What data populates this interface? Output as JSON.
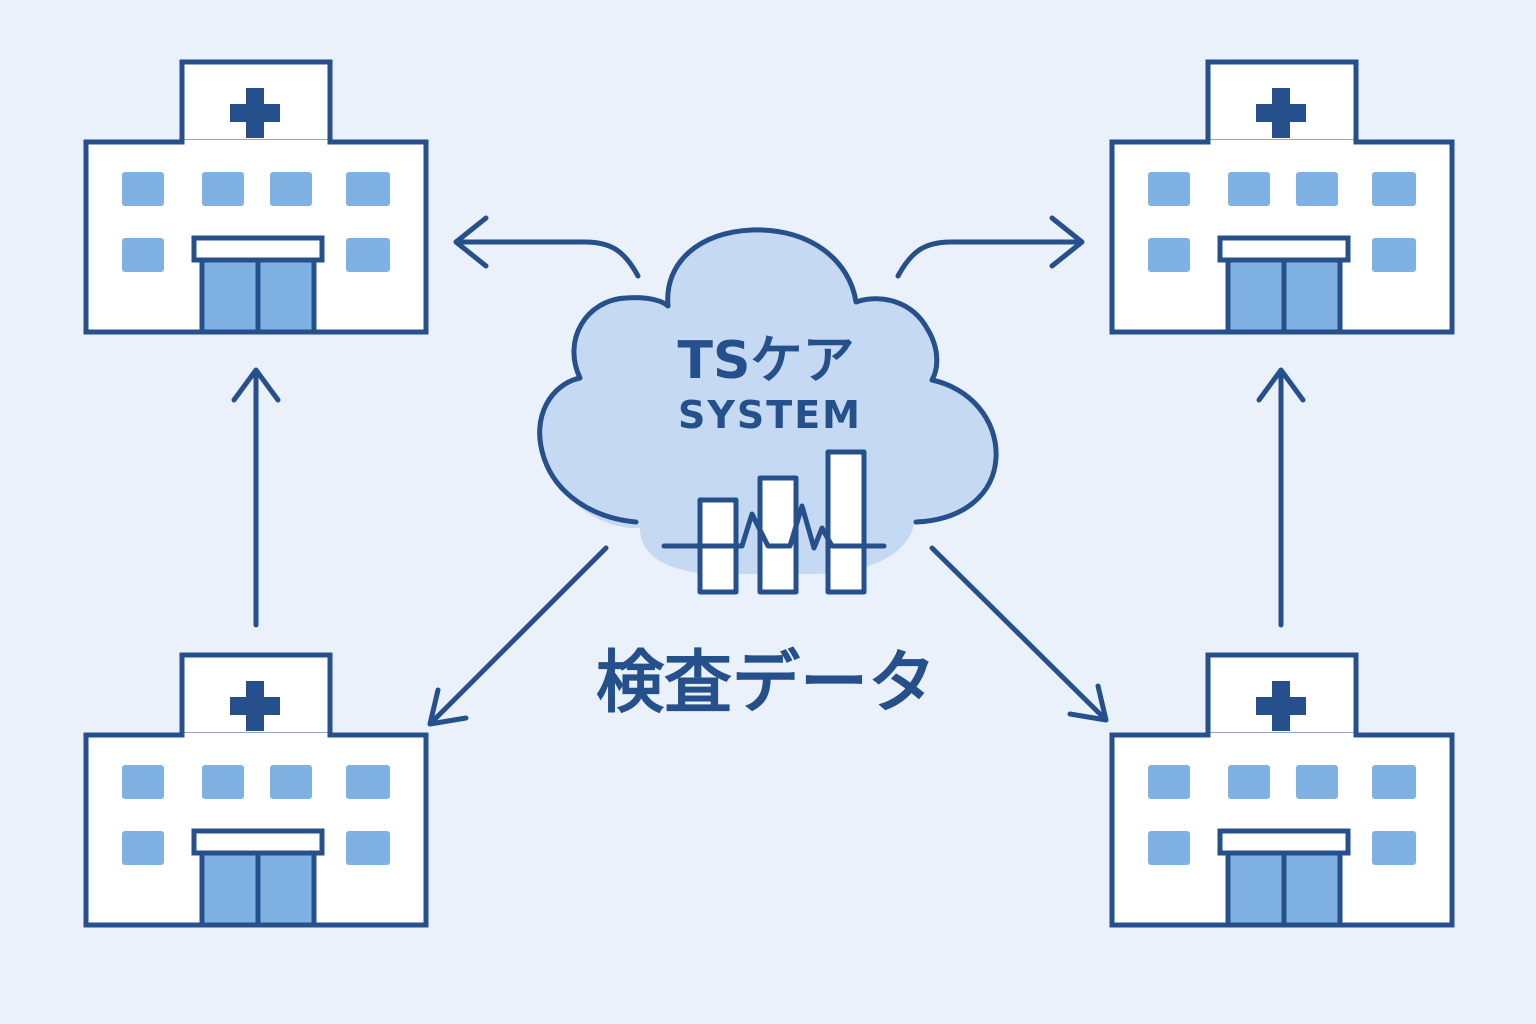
{
  "cloud": {
    "title": "TSケア",
    "subtitle": "SYSTEM",
    "icon": "pulse-chart-icon"
  },
  "data_label": "検査データ",
  "hospitals": [
    {
      "position": "top-left",
      "icon": "hospital-icon"
    },
    {
      "position": "top-right",
      "icon": "hospital-icon"
    },
    {
      "position": "bottom-left",
      "icon": "hospital-icon"
    },
    {
      "position": "bottom-right",
      "icon": "hospital-icon"
    }
  ],
  "colors": {
    "background": "#eaf1fa",
    "stroke": "#25508c",
    "cloud_fill": "#c5daf2",
    "window_fill": "#7fb2e2",
    "building_fill": "#ffffff"
  }
}
